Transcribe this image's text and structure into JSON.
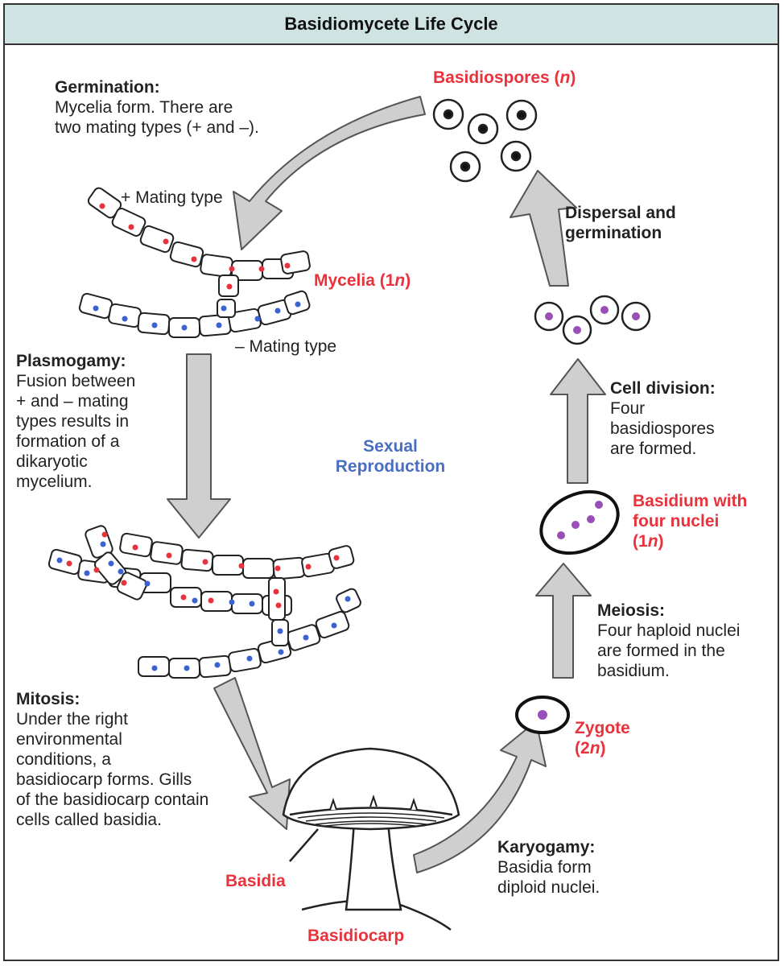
{
  "title": "Basidiomycete Life Cycle",
  "center_label": {
    "line1": "Sexual",
    "line2": "Reproduction"
  },
  "stages": {
    "germination": {
      "heading": "Germination:",
      "line1": "Mycelia form. There are",
      "line2": "two mating types (+ and –)."
    },
    "plasmogamy": {
      "heading": "Plasmogamy:",
      "line1": "Fusion between",
      "line2": "+ and – mating",
      "line3": "types results in",
      "line4": "formation of a",
      "line5": "dikaryotic",
      "line6": "mycelium."
    },
    "mitosis": {
      "heading": "Mitosis:",
      "line1": "Under the right",
      "line2": "environmental",
      "line3": "conditions, a",
      "line4": "basidiocarp forms. Gills",
      "line5": "of the basidiocarp contain",
      "line6": "cells called basidia."
    },
    "karyogamy": {
      "heading": "Karyogamy:",
      "line1": "Basidia form",
      "line2": "diploid nuclei."
    },
    "meiosis": {
      "heading": "Meiosis:",
      "line1": "Four haploid nuclei",
      "line2": "are formed in the",
      "line3": "basidium."
    },
    "cell_division": {
      "heading": "Cell division:",
      "line1": "Four",
      "line2": "basidiospores",
      "line3": "are formed."
    },
    "dispersal": {
      "line1": "Dispersal and",
      "line2": "germination"
    }
  },
  "labels": {
    "plus_mating": "+ Mating type",
    "minus_mating": "– Mating type",
    "mycelia": {
      "text": "Mycelia (1",
      "n": "n",
      "close": ")"
    },
    "basidiospores": {
      "text": "Basidiospores (",
      "n": "n",
      "close": ")"
    },
    "basidium": {
      "line1": "Basidium with",
      "line2": "four nuclei",
      "line3_open": "(1",
      "n": "n",
      "line3_close": ")"
    },
    "zygote": {
      "line1": "Zygote",
      "line2_open": "(2",
      "n": "n",
      "line2_close": ")"
    },
    "basidia": "Basidia",
    "basidiocarp": "Basidiocarp"
  },
  "colors": {
    "header_bg": "#cfe3e3",
    "red_label": "#e8323c",
    "blue_label": "#4a6fc0",
    "arrow_fill": "#cfcfcf",
    "plus_nucleus": "#e8323c",
    "minus_nucleus": "#3a62d0",
    "diploid_nucleus": "#9a4fb8"
  }
}
